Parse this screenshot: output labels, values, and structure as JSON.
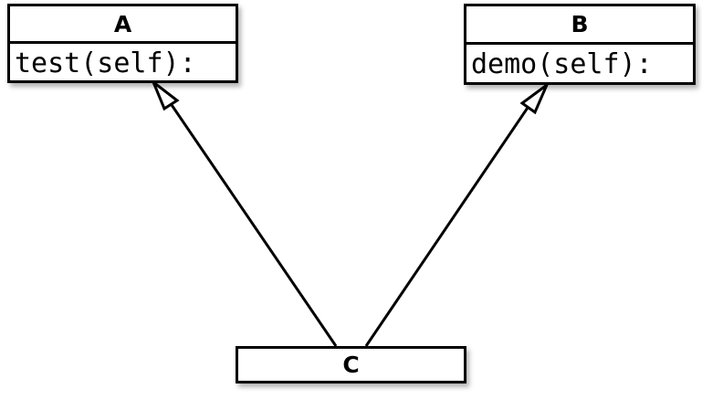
{
  "diagram": {
    "type": "uml-class-diagram",
    "title": "",
    "background_color": "#ffffff",
    "line_color": "#000000",
    "fill_color": "#ffffff",
    "classes": [
      {
        "id": "A",
        "name": "A",
        "members": [
          "test(self):"
        ]
      },
      {
        "id": "B",
        "name": "B",
        "members": [
          "demo(self):"
        ]
      },
      {
        "id": "C",
        "name": "C",
        "members": []
      }
    ],
    "relationships": [
      {
        "kind": "generalization",
        "from": "C",
        "to": "A",
        "arrow": "hollow-triangle"
      },
      {
        "kind": "generalization",
        "from": "C",
        "to": "B",
        "arrow": "hollow-triangle"
      }
    ]
  }
}
